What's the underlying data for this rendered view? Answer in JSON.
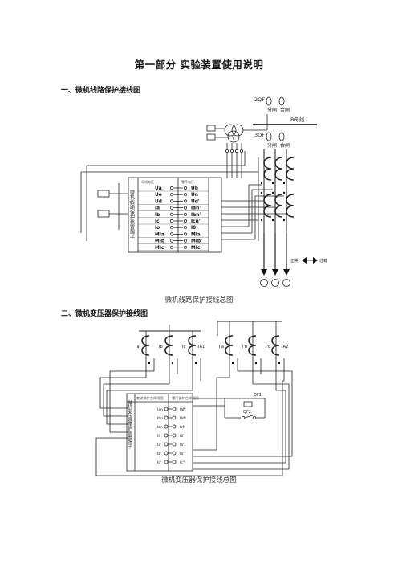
{
  "page": {
    "title": "第一部分 实验装置使用说明",
    "section1": "一、微机线路保护接线图",
    "caption1": "微机线路保护接线总图",
    "section2": "二、微机变压器保护接线图",
    "caption2": "微机变压器保护接线总图"
  },
  "fig1": {
    "breaker_2qf": "2QF",
    "breaker_3qf": "3QF",
    "open_label": "分闸",
    "close_label": "合闸",
    "bus_label": "B母线",
    "terminal_block_title": "微机线路保护装置端子",
    "left_labels": [
      "Ua",
      "Uo",
      "Ud",
      "Ia",
      "Ib",
      "Ic",
      "Io",
      "MIa",
      "MIb",
      "MIc"
    ],
    "right_labels": [
      "Ub",
      "Un",
      "Ud'",
      "Ian'",
      "Ibn'",
      "Icn'",
      "I0'",
      "MIa'",
      "MIb'",
      "MIc'"
    ],
    "normal_label": "正常",
    "fault_label": "过载"
  },
  "fig2": {
    "ct_left": [
      "Ia",
      "Ib",
      "Ic",
      "TA1"
    ],
    "ct_right": [
      "I'a",
      "I'b",
      "I'c",
      "TA2"
    ],
    "terminal_block_title": "微机变压器保护装置端子",
    "rows": [
      {
        "left": "Ian",
        "right": "IaN"
      },
      {
        "left": "Ibn",
        "right": "IbN"
      },
      {
        "left": "Icn",
        "right": "IcN"
      },
      {
        "left": "I0",
        "right": "I0'"
      },
      {
        "left": "Ia'",
        "right": "Ia''"
      },
      {
        "left": "Ib'",
        "right": "Ib''"
      },
      {
        "left": "Ic'",
        "right": "Ic''"
      }
    ],
    "qf1": "QF1",
    "qf2": "QF2"
  }
}
